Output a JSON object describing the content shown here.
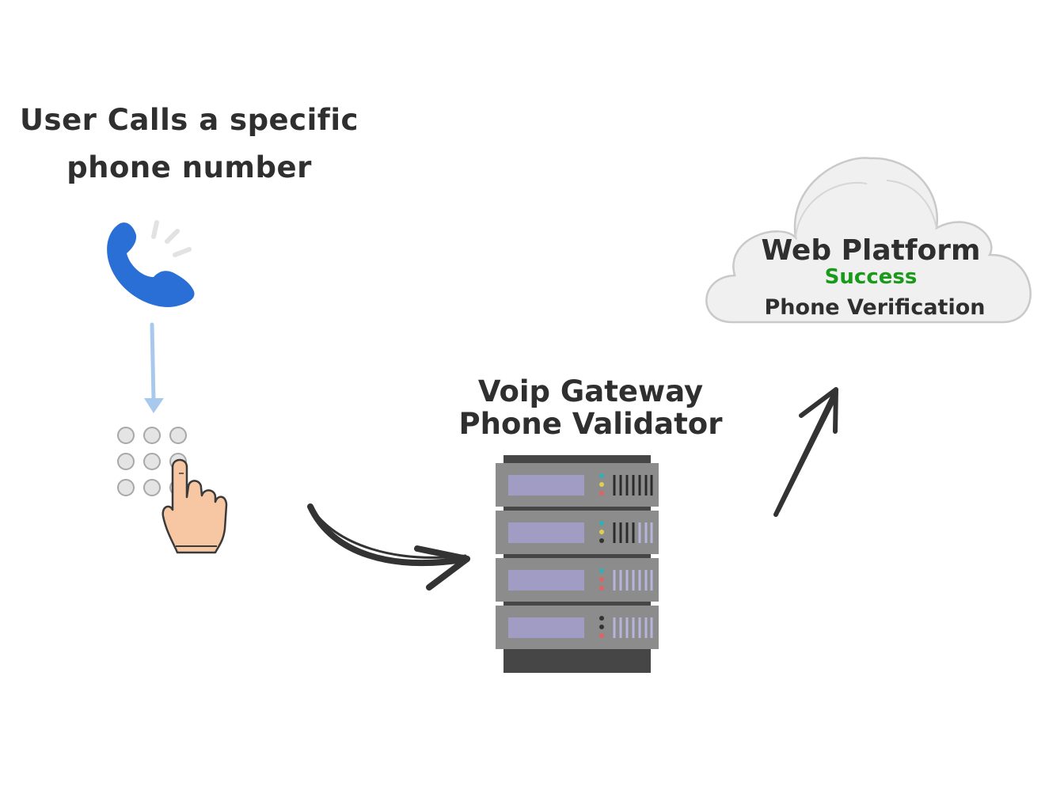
{
  "caller": {
    "title_line1": "User Calls a specific",
    "title_line2": "phone number"
  },
  "gateway": {
    "title_line1": "Voip Gateway",
    "title_line2": "Phone Validator"
  },
  "cloud": {
    "title": "Web Platform",
    "status": "Success",
    "subtitle": "Phone Verification"
  },
  "colors": {
    "text": "#2f2f2f",
    "success": "#1a9a1a",
    "phone_blue": "#2a6fd6",
    "arrow_light_blue": "#a9c8ee",
    "server_body": "#6b6b6b",
    "server_panel": "#8c8c8c",
    "cloud_fill": "#f0f0f0",
    "cloud_stroke": "#c9c9c9"
  },
  "icons": [
    "phone-ringing-icon",
    "keypad-icon",
    "hand-pointer-icon",
    "server-rack-icon",
    "cloud-icon"
  ]
}
